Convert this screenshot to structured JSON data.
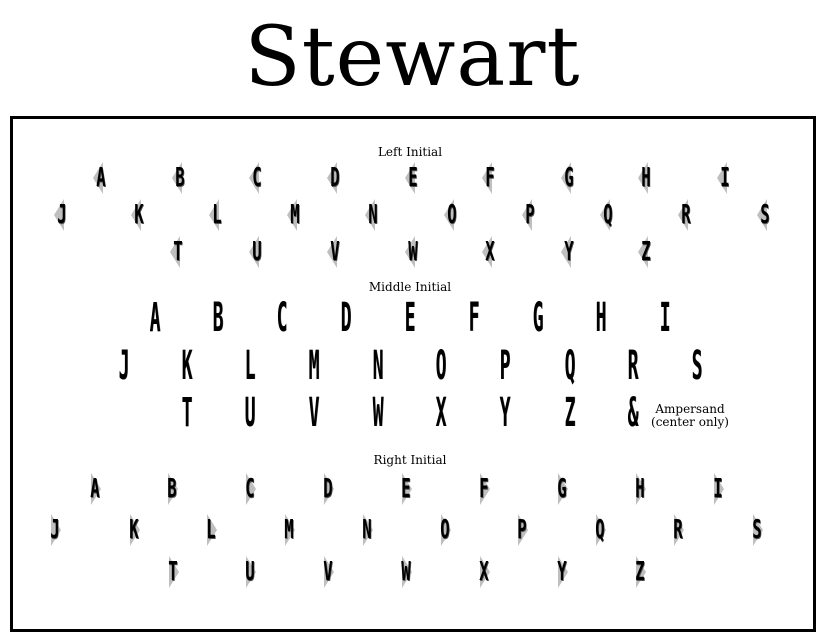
{
  "title": "Stewart",
  "sections": {
    "left": {
      "label": "Left Initial",
      "rows": [
        [
          "A",
          "B",
          "C",
          "D",
          "E",
          "F",
          "G",
          "H",
          "I"
        ],
        [
          "J",
          "K",
          "L",
          "M",
          "N",
          "O",
          "P",
          "Q",
          "R",
          "S"
        ],
        [
          "T",
          "U",
          "V",
          "W",
          "X",
          "Y",
          "Z"
        ]
      ]
    },
    "middle": {
      "label": "Middle Initial",
      "rows": [
        [
          "A",
          "B",
          "C",
          "D",
          "E",
          "F",
          "G",
          "H",
          "I"
        ],
        [
          "J",
          "K",
          "L",
          "M",
          "N",
          "O",
          "P",
          "Q",
          "R",
          "S"
        ],
        [
          "T",
          "U",
          "V",
          "W",
          "X",
          "Y",
          "Z",
          "&"
        ]
      ]
    },
    "right": {
      "label": "Right Initial",
      "rows": [
        [
          "A",
          "B",
          "C",
          "D",
          "E",
          "F",
          "G",
          "H",
          "I"
        ],
        [
          "J",
          "K",
          "L",
          "M",
          "N",
          "O",
          "P",
          "Q",
          "R",
          "S"
        ],
        [
          "T",
          "U",
          "V",
          "W",
          "X",
          "Y",
          "Z"
        ]
      ]
    }
  },
  "ampersand_note": {
    "line1": "Ampersand",
    "line2": "(center only)"
  }
}
